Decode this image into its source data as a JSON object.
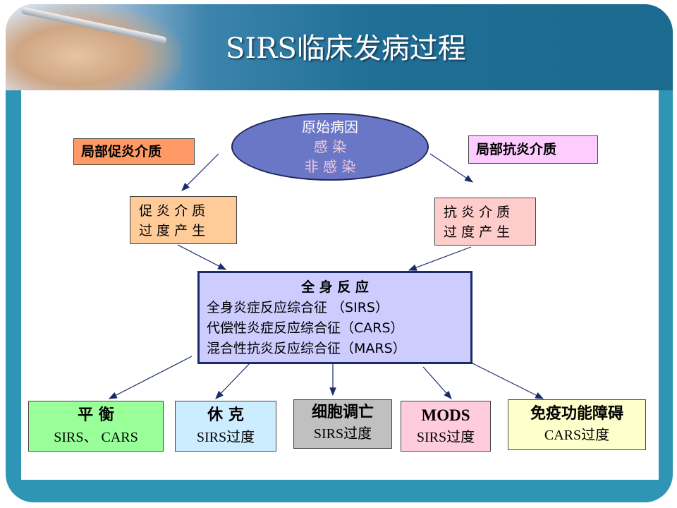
{
  "title": "SIRS临床发病过程",
  "origin": {
    "line1": "原始病因",
    "line2": "感  染",
    "line3": "非 感 染"
  },
  "left_label": "局部促炎介质",
  "right_label": "局部抗炎介质",
  "left_box": {
    "line1": "促 炎 介 质",
    "line2": "过 度 产 生"
  },
  "right_box": {
    "line1": "抗 炎 介 质",
    "line2": "过 度 产 生"
  },
  "center": {
    "heading": "全 身 反 应",
    "line1": "全身炎症反应综合征  （SIRS）",
    "line2": "代偿性炎症反应综合征（CARS）",
    "line3": "混合性抗炎反应综合征（MARS）"
  },
  "outcomes": [
    {
      "title": "平 衡",
      "sub": "SIRS、 CARS"
    },
    {
      "title": "休 克",
      "sub": "SIRS过度"
    },
    {
      "title": "细胞调亡",
      "sub": "SIRS过度"
    },
    {
      "title": "MODS",
      "sub": "SIRS过度"
    },
    {
      "title": "免疫功能障碍",
      "sub": "CARS过度"
    }
  ],
  "colors": {
    "frame": "#2f95b4",
    "ellipse": "#6a76c6",
    "left_label_bg": "#ff9a66",
    "right_label_bg": "#ffccff",
    "left_box_bg": "#ffcc99",
    "right_box_bg": "#ffcccc",
    "center_bg": "#ccccff",
    "balance_bg": "#99ff99",
    "shock_bg": "#ccecff",
    "apoptosis_bg": "#c0c0c0",
    "mods_bg": "#ffccdd",
    "immune_bg": "#ffffcc"
  }
}
